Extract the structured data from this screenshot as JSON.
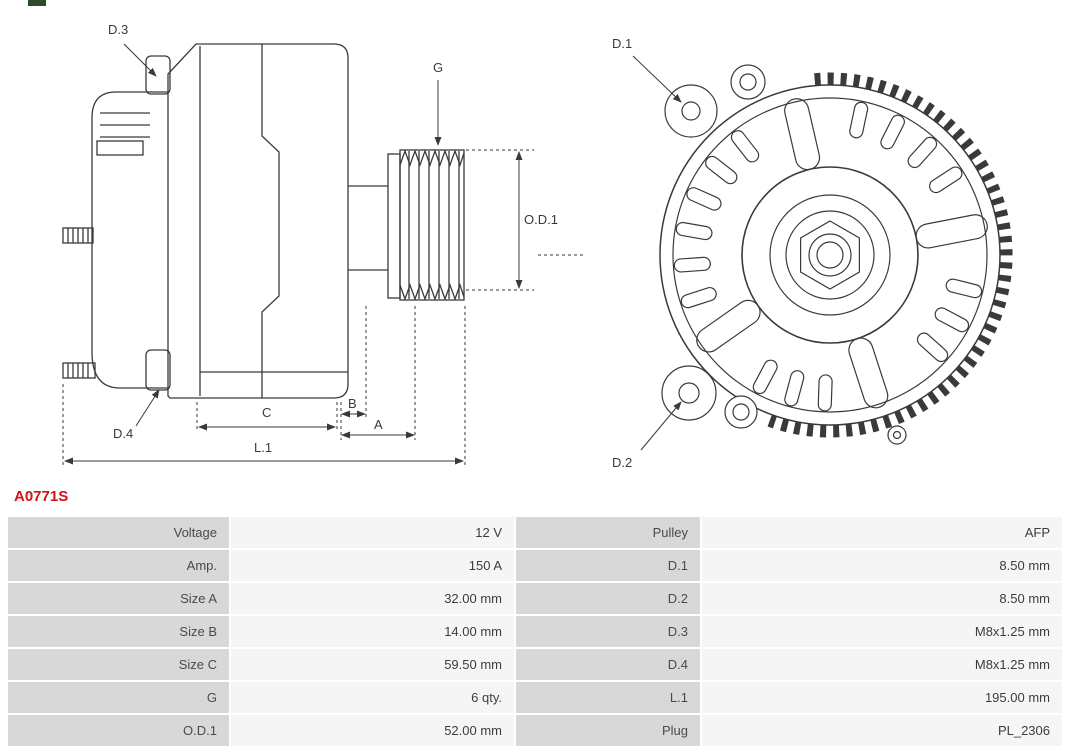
{
  "header": {
    "part_number": "A0771S",
    "accent_color": "#d01117"
  },
  "artifact": {
    "color": "#2d4a2d"
  },
  "diagram": {
    "stroke_color": "#3a3a3a",
    "labels": {
      "d1": "D.1",
      "d2": "D.2",
      "d3": "D.3",
      "d4": "D.4",
      "g": "G",
      "od1": "O.D.1",
      "a": "A",
      "b": "B",
      "c": "C",
      "l1": "L.1"
    }
  },
  "table": {
    "label_bg": "#d8d8d8",
    "value_bg": "#f5f5f5",
    "rows": [
      {
        "c0": "Voltage",
        "c1": "12 V",
        "c2": "Pulley",
        "c3": "AFP"
      },
      {
        "c0": "Amp.",
        "c1": "150 A",
        "c2": "D.1",
        "c3": "8.50 mm"
      },
      {
        "c0": "Size A",
        "c1": "32.00 mm",
        "c2": "D.2",
        "c3": "8.50 mm"
      },
      {
        "c0": "Size B",
        "c1": "14.00 mm",
        "c2": "D.3",
        "c3": "M8x1.25 mm"
      },
      {
        "c0": "Size C",
        "c1": "59.50 mm",
        "c2": "D.4",
        "c3": "M8x1.25 mm"
      },
      {
        "c0": "G",
        "c1": "6 qty.",
        "c2": "L.1",
        "c3": "195.00 mm"
      },
      {
        "c0": "O.D.1",
        "c1": "52.00 mm",
        "c2": "Plug",
        "c3": "PL_2306"
      }
    ]
  }
}
